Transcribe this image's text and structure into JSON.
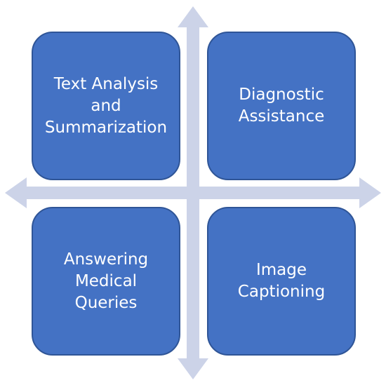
{
  "colors": {
    "box_fill": "#4472c4",
    "box_border": "#2f5597",
    "axis": "#ccd3e8",
    "text": "#ffffff"
  },
  "quadrants": [
    {
      "label": "Text Analysis\nand\nSummarization"
    },
    {
      "label": "Diagnostic\nAssistance"
    },
    {
      "label": "Answering\nMedical\nQueries"
    },
    {
      "label": "Image\nCaptioning"
    }
  ]
}
